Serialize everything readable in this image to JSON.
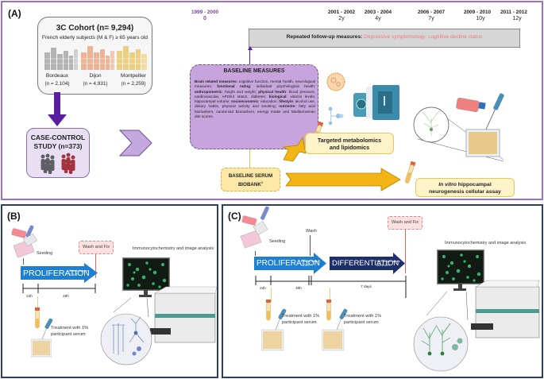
{
  "panels": {
    "A": {
      "label": "(A)",
      "cohort": {
        "title": "3C Cohort (n= 9,294)",
        "subtitle": "French elderly subjects (M & F) ≥ 65 years old",
        "cities": [
          {
            "name": "Bordeaux",
            "n": "(n = 2,104)",
            "color": "#a9a9a9"
          },
          {
            "name": "Dijon",
            "n": "(n = 4,931)",
            "color": "#e9a98a"
          },
          {
            "name": "Montpellier",
            "n": "(n = 2,259)",
            "color": "#e8c97a"
          }
        ]
      },
      "case_control": {
        "line1": "CASE-CONTROL",
        "line2": "STUDY (n=373)"
      },
      "timeline": {
        "points": [
          {
            "years": "1999 - 2000",
            "offset": "0"
          },
          {
            "years": "2001 - 2002",
            "offset": "2y"
          },
          {
            "years": "2003 - 2004",
            "offset": "4y"
          },
          {
            "years": "2006 - 2007",
            "offset": "7y"
          },
          {
            "years": "2009 - 2010",
            "offset": "10y"
          },
          {
            "years": "2011 - 2012",
            "offset": "12y"
          }
        ],
        "bar_label": "Repeated follow-up measures:",
        "bar_value": "Depressive symptomology; cognitive decline status"
      },
      "baseline_measures": {
        "title": "BASELINE MEASURES",
        "items": [
          {
            "head": "Brain related measures:",
            "text": " cognitive function, mental health, neurological measures; "
          },
          {
            "head": "functional rating",
            "text": ": individual psychological health; "
          },
          {
            "head": "anthropometric",
            "text": ": height and weight; "
          },
          {
            "head": "physical health",
            "text": ": blood pressure, cardiovascular, APOE4 status, diabetes; "
          },
          {
            "head": "biological",
            "text": ": vitamin levels; hippocampal volume; "
          },
          {
            "head": "socioeconomic",
            "text": ": education; "
          },
          {
            "head": "lifestyle",
            "text": ": alcohol use, dietary habits, physical activity and smoking; "
          },
          {
            "head": "nutrients",
            "text": ": fatty acid biomarkers, carotenoid biomarkers, energy intake and Mediterranean diet scores."
          }
        ]
      },
      "biobank": {
        "line1": "BASELINE SERUM",
        "line2": "BIOBANK",
        "superscript": "1"
      },
      "targeted": {
        "line1": "Targeted metabolomics",
        "line2": "and lipidomics"
      },
      "invitro": {
        "italic": "In vitro",
        "line1_rest": " hippocampal",
        "line2": "neurogenesis cellular assay"
      }
    },
    "B": {
      "label": "(B)",
      "seeding": "Seeding",
      "wash_fix": "Wash and Fix",
      "imaging": "Immunocytochemistry and image analysis",
      "proliferation": {
        "label": "PROLIFERATION",
        "sub1": "Growth factors",
        "sub2": "4-OHT"
      },
      "ticks": [
        "24h",
        "48h"
      ],
      "treatment": {
        "line1": "Treatment with 1%",
        "line2": "participant serum"
      }
    },
    "C": {
      "label": "(C)",
      "seeding": "Seeding",
      "wash": "Wash",
      "wash_fix": "Wash and Fix",
      "imaging": "Immunocytochemistry and image analysis",
      "proliferation": {
        "label": "PROLIFERATION",
        "sub1": "Growth factors",
        "sub2": "4-OHT"
      },
      "differentiation": {
        "label": "DIFFERENTIATION",
        "sub1": "NO Growth factors",
        "sub2": "NO 4-OHT"
      },
      "ticks": [
        "24h",
        "48h",
        "7 days"
      ],
      "treatments": [
        {
          "line1": "Treatment with 1%",
          "line2": "participant serum"
        },
        {
          "line1": "Treatment with 1%",
          "line2": "participant serum"
        }
      ]
    }
  },
  "colors": {
    "panelA_border": "#9b72c2",
    "panelBC_border": "#2c3e63",
    "purple_arrow": "#5a1fa0",
    "proliferation_blue": "#1f7fd0",
    "differentiation_navy": "#1c2f6b",
    "gold_arrow": "#f3b516",
    "followup_red": "#f07a7a"
  }
}
